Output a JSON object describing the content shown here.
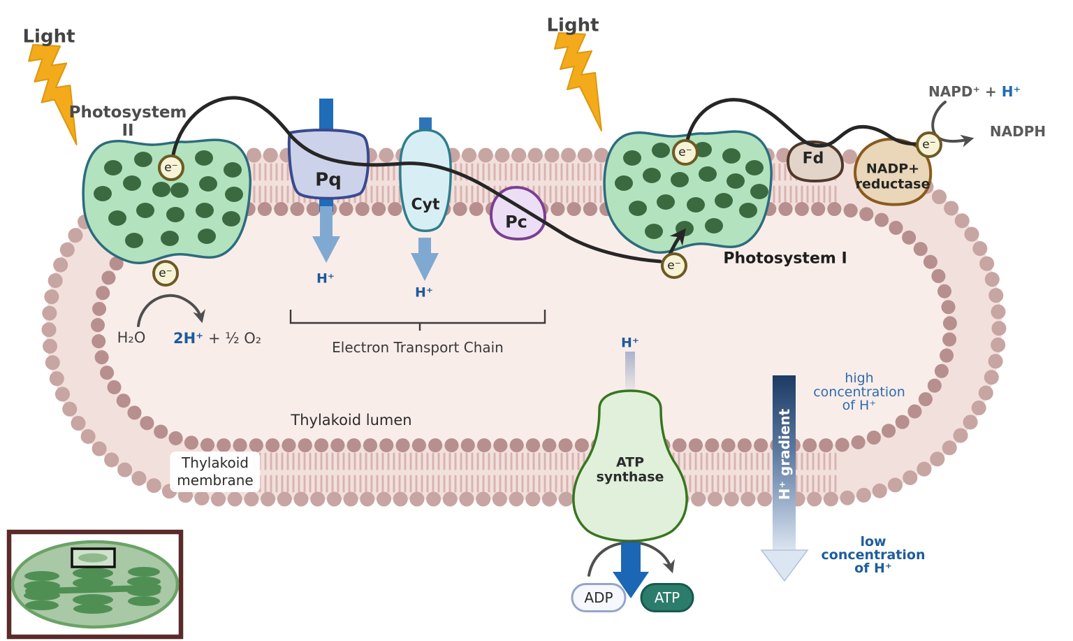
{
  "light": {
    "label": "Light"
  },
  "photosystems": {
    "ps2_line1": "Photosystem",
    "ps2_line2": "II",
    "ps1": "Photosystem I"
  },
  "carriers": {
    "pq": "Pq",
    "cyt": "Cyt",
    "pc": "Pc",
    "fd": "Fd",
    "nadp_reductase_line1": "NADP+",
    "nadp_reductase_line2": "reductase"
  },
  "particles": {
    "electron": "e⁻",
    "h_plus": "H⁺"
  },
  "water_splitting": {
    "h2o": "H₂O",
    "product_h": "2H⁺",
    "product_rest": " + ½ O₂"
  },
  "etc": {
    "label": "Electron Transport Chain"
  },
  "regions": {
    "lumen": "Thylakoid lumen",
    "membrane_line1": "Thylakoid",
    "membrane_line2": "membrane"
  },
  "atp": {
    "synthase_line1": "ATP",
    "synthase_line2": "synthase",
    "adp": "ADP",
    "atp": "ATP"
  },
  "nadph": {
    "substrate_prefix": "NAPD⁺ + ",
    "substrate_h": "H⁺",
    "product": "NADPH"
  },
  "gradient": {
    "arrow_label": "H⁺ gradient",
    "high_line1": "high",
    "high_line2": "concentration",
    "high_line3": "of H⁺",
    "low_line1": "low",
    "low_line2": "concentration",
    "low_line3": "of H⁺"
  },
  "colors": {
    "hplus_blue": "#1d5a9b",
    "membrane_head_outer": "#c7a5a3",
    "membrane_head_inner": "#b78f8e",
    "lumen_pink": "#f9edea",
    "photosystem_green": "#b2e2be",
    "photosystem_dot_green": "#3c6a40",
    "pq_lavender": "#ccd2e9",
    "cyt_cyan": "#d8eef5",
    "pc_purple": "#ecdff5",
    "fd_tan": "#e3d4c9",
    "nadp_reductase_tan": "#ead6b8",
    "atp_synthase_green": "#e0f0da",
    "atp_pill_teal": "#2c7c6c",
    "bolt_yellow": "#f3ab1b",
    "gradient_navy": "#1c3a64",
    "arrow_steel_blue": "#7fa9d1",
    "arrow_dark_blue": "#1b67b5"
  }
}
